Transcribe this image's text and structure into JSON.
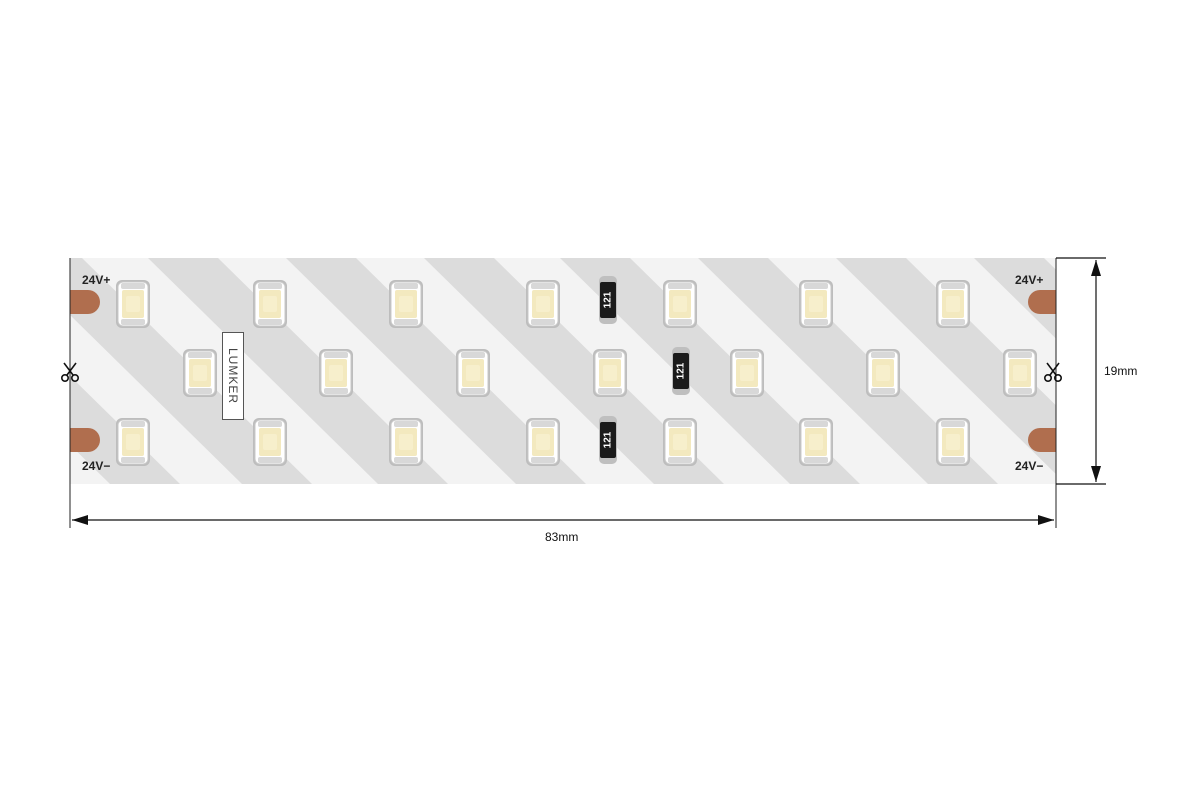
{
  "diagram": {
    "strip": {
      "pads": {
        "top_left": "24V+",
        "top_right": "24V+",
        "bottom_left": "24V−",
        "bottom_right": "24V−"
      },
      "brand": "LUMKER",
      "resistor_code": "121",
      "cut_marks": [
        "scissors-icon",
        "scissors-icon"
      ]
    },
    "dimensions": {
      "length": "83mm",
      "width": "19mm"
    },
    "colors": {
      "board": "#f3f3f3",
      "diagonal_band": "#dcdcdc",
      "copper_pad": "#b06e4e",
      "led_face": "#f3e9bf",
      "resistor_body": "#1b1b1b",
      "dimension_line": "#111111"
    }
  }
}
